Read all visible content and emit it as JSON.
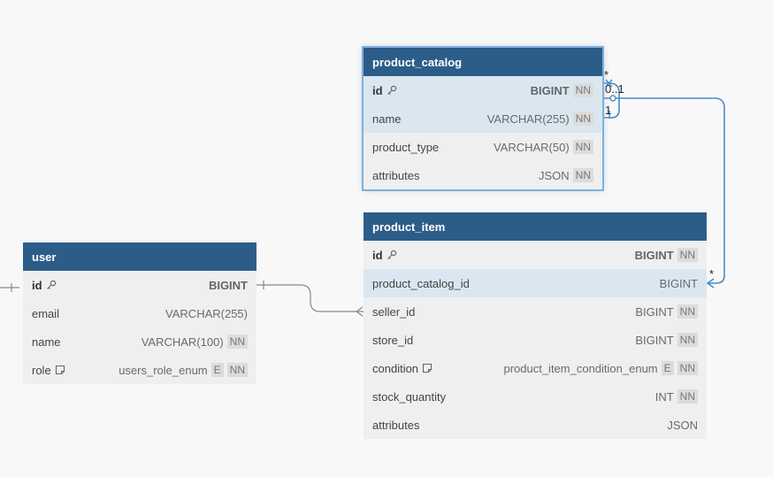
{
  "tables": {
    "product_catalog": {
      "name": "product_catalog",
      "columns": [
        {
          "name": "id",
          "type": "BIGINT",
          "nn": "NN"
        },
        {
          "name": "name",
          "type": "VARCHAR(255)",
          "nn": "NN"
        },
        {
          "name": "product_type",
          "type": "VARCHAR(50)",
          "nn": "NN"
        },
        {
          "name": "attributes",
          "type": "JSON",
          "nn": "NN"
        }
      ]
    },
    "product_item": {
      "name": "product_item",
      "columns": [
        {
          "name": "id",
          "type": "BIGINT",
          "nn": "NN"
        },
        {
          "name": "product_catalog_id",
          "type": "BIGINT"
        },
        {
          "name": "seller_id",
          "type": "BIGINT",
          "nn": "NN"
        },
        {
          "name": "store_id",
          "type": "BIGINT",
          "nn": "NN"
        },
        {
          "name": "condition",
          "type": "product_item_condition_enum",
          "e": "E",
          "nn": "NN"
        },
        {
          "name": "stock_quantity",
          "type": "INT",
          "nn": "NN"
        },
        {
          "name": "attributes",
          "type": "JSON"
        }
      ]
    },
    "user": {
      "name": "user",
      "columns": [
        {
          "name": "id",
          "type": "BIGINT"
        },
        {
          "name": "email",
          "type": "VARCHAR(255)"
        },
        {
          "name": "name",
          "type": "VARCHAR(100)",
          "nn": "NN"
        },
        {
          "name": "role",
          "type": "users_role_enum",
          "e": "E",
          "nn": "NN"
        }
      ]
    }
  },
  "relations": {
    "self_many": "*",
    "self_zero_one": "0..1",
    "self_one": "1",
    "catalog_item_many": "*"
  },
  "colors": {
    "header": "#2c5d89",
    "highlight": "#dae7f1",
    "line_selected": "#4a8cc4",
    "line": "#888888"
  }
}
